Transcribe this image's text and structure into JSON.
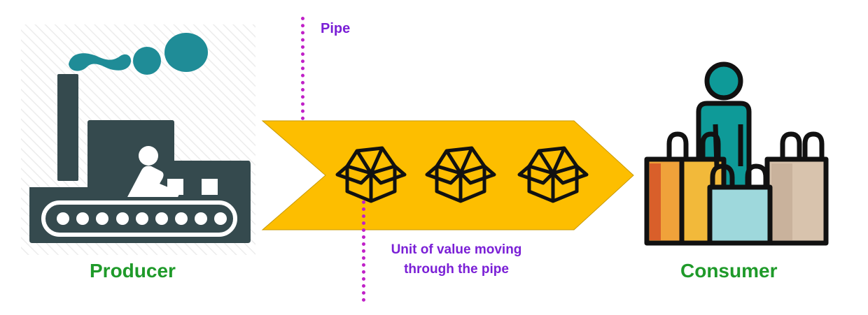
{
  "diagram": {
    "title": "Pipe model: Producer to Consumer",
    "producer": {
      "label": "Producer",
      "icon": "factory-icon"
    },
    "consumer": {
      "label": "Consumer",
      "icon": "shopper-with-bags-icon"
    },
    "pipe": {
      "label": "Pipe",
      "icon": "arrow-chevron-shape"
    },
    "unit": {
      "label_line1": "Unit of value moving",
      "label_line2": "through the pipe",
      "icon": "box-icon",
      "count": 3
    },
    "colors": {
      "pipe_fill": "#fdbe00",
      "annotation_text": "#7a1fd6",
      "annotation_line": "#c021c8",
      "entity_label": "#1f9a2a",
      "factory_dark": "#354a4e",
      "smoke_teal": "#1f8c97",
      "person_teal": "#0e9a98"
    }
  }
}
